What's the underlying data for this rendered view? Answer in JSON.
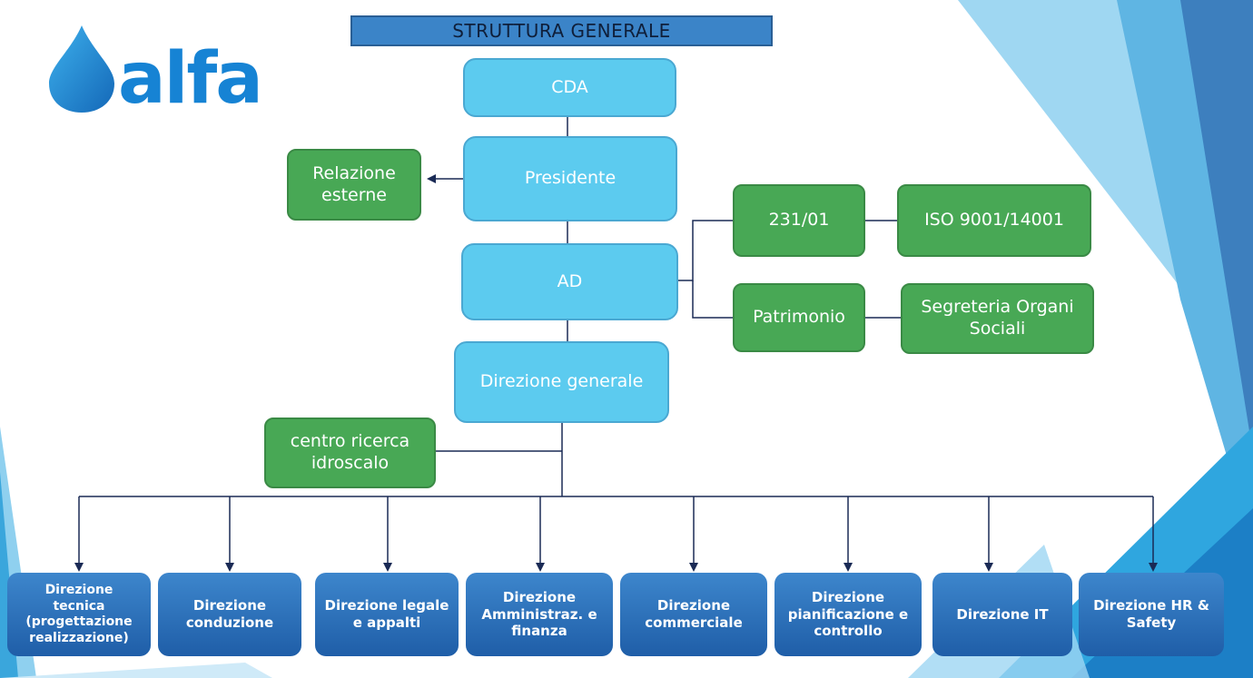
{
  "title": "STRUTTURA GENERALE",
  "logo": {
    "text": "alfa"
  },
  "colors": {
    "blue_box": "#5ccbef",
    "green_box": "#48a855",
    "bottom_box": "#2b6fba",
    "title_bar": "#3b84c8"
  },
  "nodes": {
    "cda": "CDA",
    "presidente": "Presidente",
    "relazione_esterne": "Relazione\nesterne",
    "ad": "AD",
    "direzione_generale": "Direzione generale",
    "centro_ricerca": "centro ricerca\nidroscalo",
    "n231": "231/01",
    "iso": "ISO 9001/14001",
    "patrimonio": "Patrimonio",
    "segreteria": "Segreteria Organi\nSociali"
  },
  "departments": [
    "Direzione\ntecnica\n(progettazione\nrealizzazione)",
    "Direzione\nconduzione",
    "Direzione legale\ne appalti",
    "Direzione\nAmministraz. e\nfinanza",
    "Direzione\ncommerciale",
    "Direzione\npianificazione e\ncontrollo",
    "Direzione IT",
    "Direzione HR &\nSafety"
  ]
}
